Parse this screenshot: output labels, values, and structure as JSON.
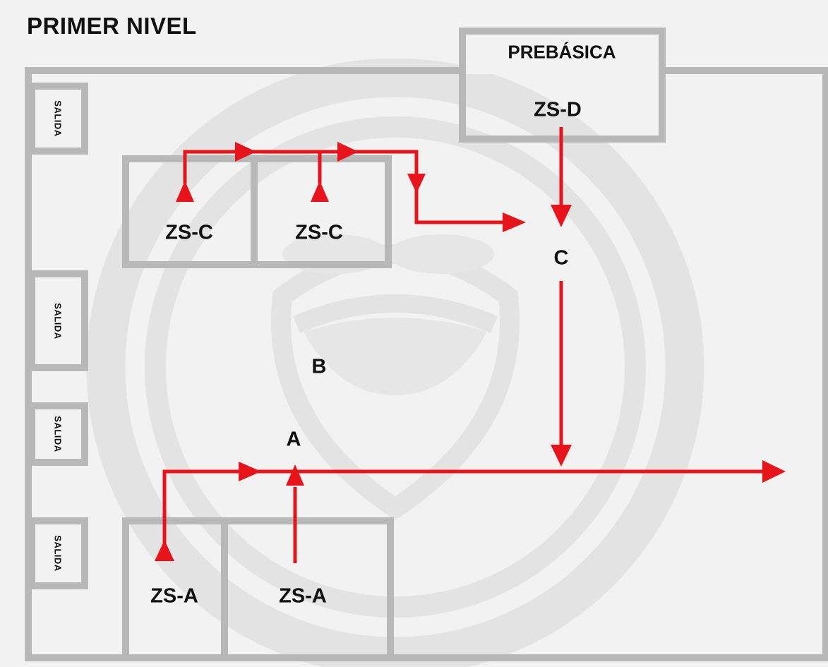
{
  "title": "PRIMER NIVEL",
  "prebasica": "PREBÁSICA",
  "zones": {
    "zs_d": "ZS-D",
    "zs_c_left": "ZS-C",
    "zs_c_right": "ZS-C",
    "zs_a_left": "ZS-A",
    "zs_a_right": "ZS-A"
  },
  "points": {
    "a": "A",
    "b": "B",
    "c": "C"
  },
  "exits": [
    "SALIDA",
    "SALIDA",
    "SALIDA",
    "SALIDA"
  ],
  "colors": {
    "wall": "#b8b8b8",
    "arrow": "#e8141b",
    "background": "#f2f2f2",
    "watermark": "#e3e3e3"
  }
}
